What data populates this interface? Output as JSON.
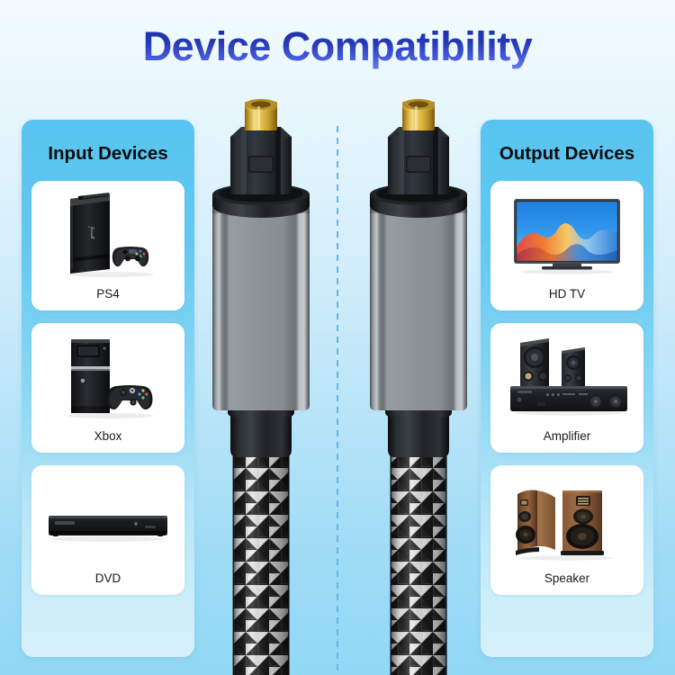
{
  "page": {
    "title": "Device Compatibility",
    "title_color": "#2438b5",
    "background_top": "#f2fbfe",
    "background_bottom": "#92d8f5"
  },
  "divider": {
    "style": "vertical-dashed",
    "color": "#5fb4e8"
  },
  "panels": [
    {
      "id": "input",
      "title": "Input Devices",
      "accent": "#57c4ef",
      "cards": [
        {
          "label": "PS4",
          "icon": "ps4-console-icon"
        },
        {
          "label": "Xbox",
          "icon": "xbox-console-icon"
        },
        {
          "label": "DVD",
          "icon": "dvd-player-icon"
        }
      ]
    },
    {
      "id": "output",
      "title": "Output Devices",
      "accent": "#57c4ef",
      "cards": [
        {
          "label": "HD TV",
          "icon": "hd-tv-icon"
        },
        {
          "label": "Amplifier",
          "icon": "amplifier-icon"
        },
        {
          "label": "Speaker",
          "icon": "wooden-speaker-icon"
        }
      ]
    }
  ],
  "product": {
    "name": "toslink-optical-audio-cable",
    "connector_tip_color": "#d4a528",
    "connector_head_color": "#22252a",
    "barrel_color": "#8b9094",
    "braid_colors": [
      "#1b1b1b",
      "#e8e8e8"
    ]
  }
}
